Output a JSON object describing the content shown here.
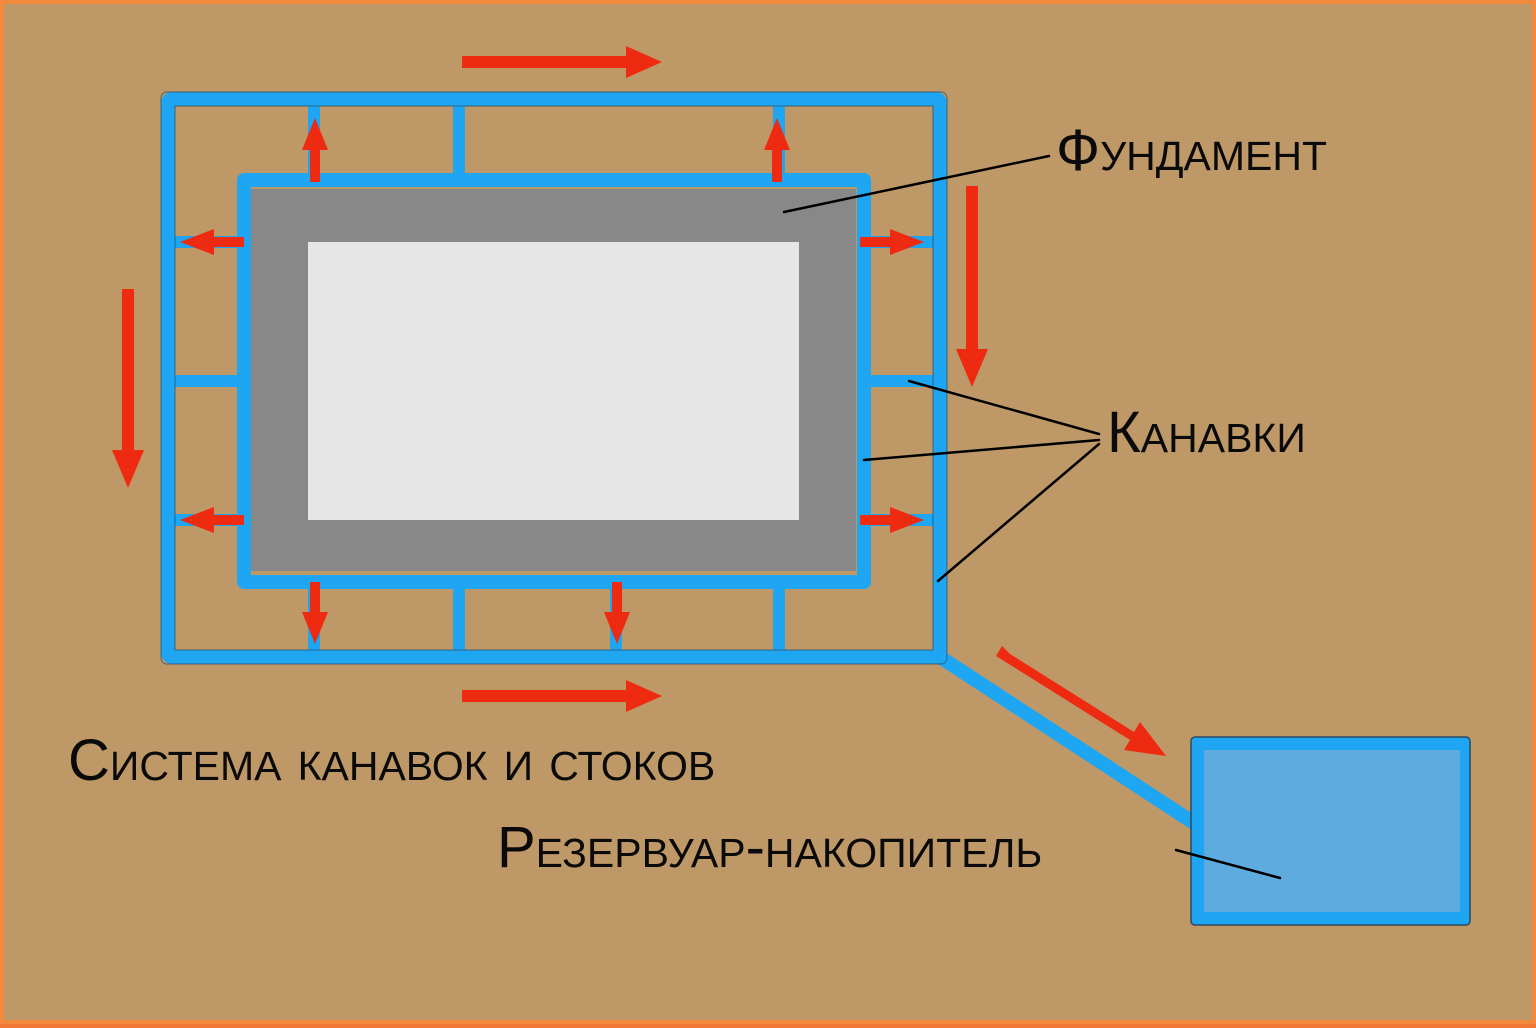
{
  "labels": {
    "foundation": "Фундамент",
    "ditches": "Канавки",
    "caption": "Система канавок и стоков",
    "reservoir": "Резервуар-накопитель"
  },
  "colors": {
    "background": "#bf9867",
    "frame": "#f48a3c",
    "ditch": "#1ea6f3",
    "foundation": "#888888",
    "floor": "#e6e6e6",
    "reservoir_fill": "#5eabdf",
    "arrow": "#ee2a10",
    "leader": "#000000"
  }
}
